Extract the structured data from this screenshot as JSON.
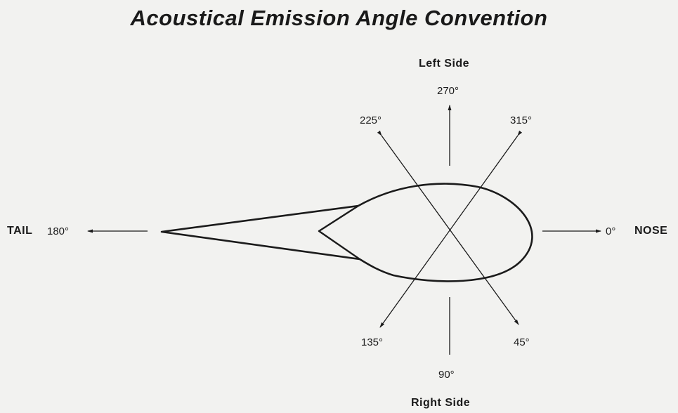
{
  "title": "Acoustical Emission Angle Convention",
  "sides": {
    "left_side": "Left Side",
    "right_side": "Right Side"
  },
  "ends": {
    "tail_text": "TAIL",
    "tail_angle": "180°",
    "nose_angle": "0°",
    "nose_text": "NOSE"
  },
  "angles": {
    "a270": "270°",
    "a225": "225°",
    "a315": "315°",
    "a135": "135°",
    "a45": "45°",
    "a90": "90°"
  }
}
